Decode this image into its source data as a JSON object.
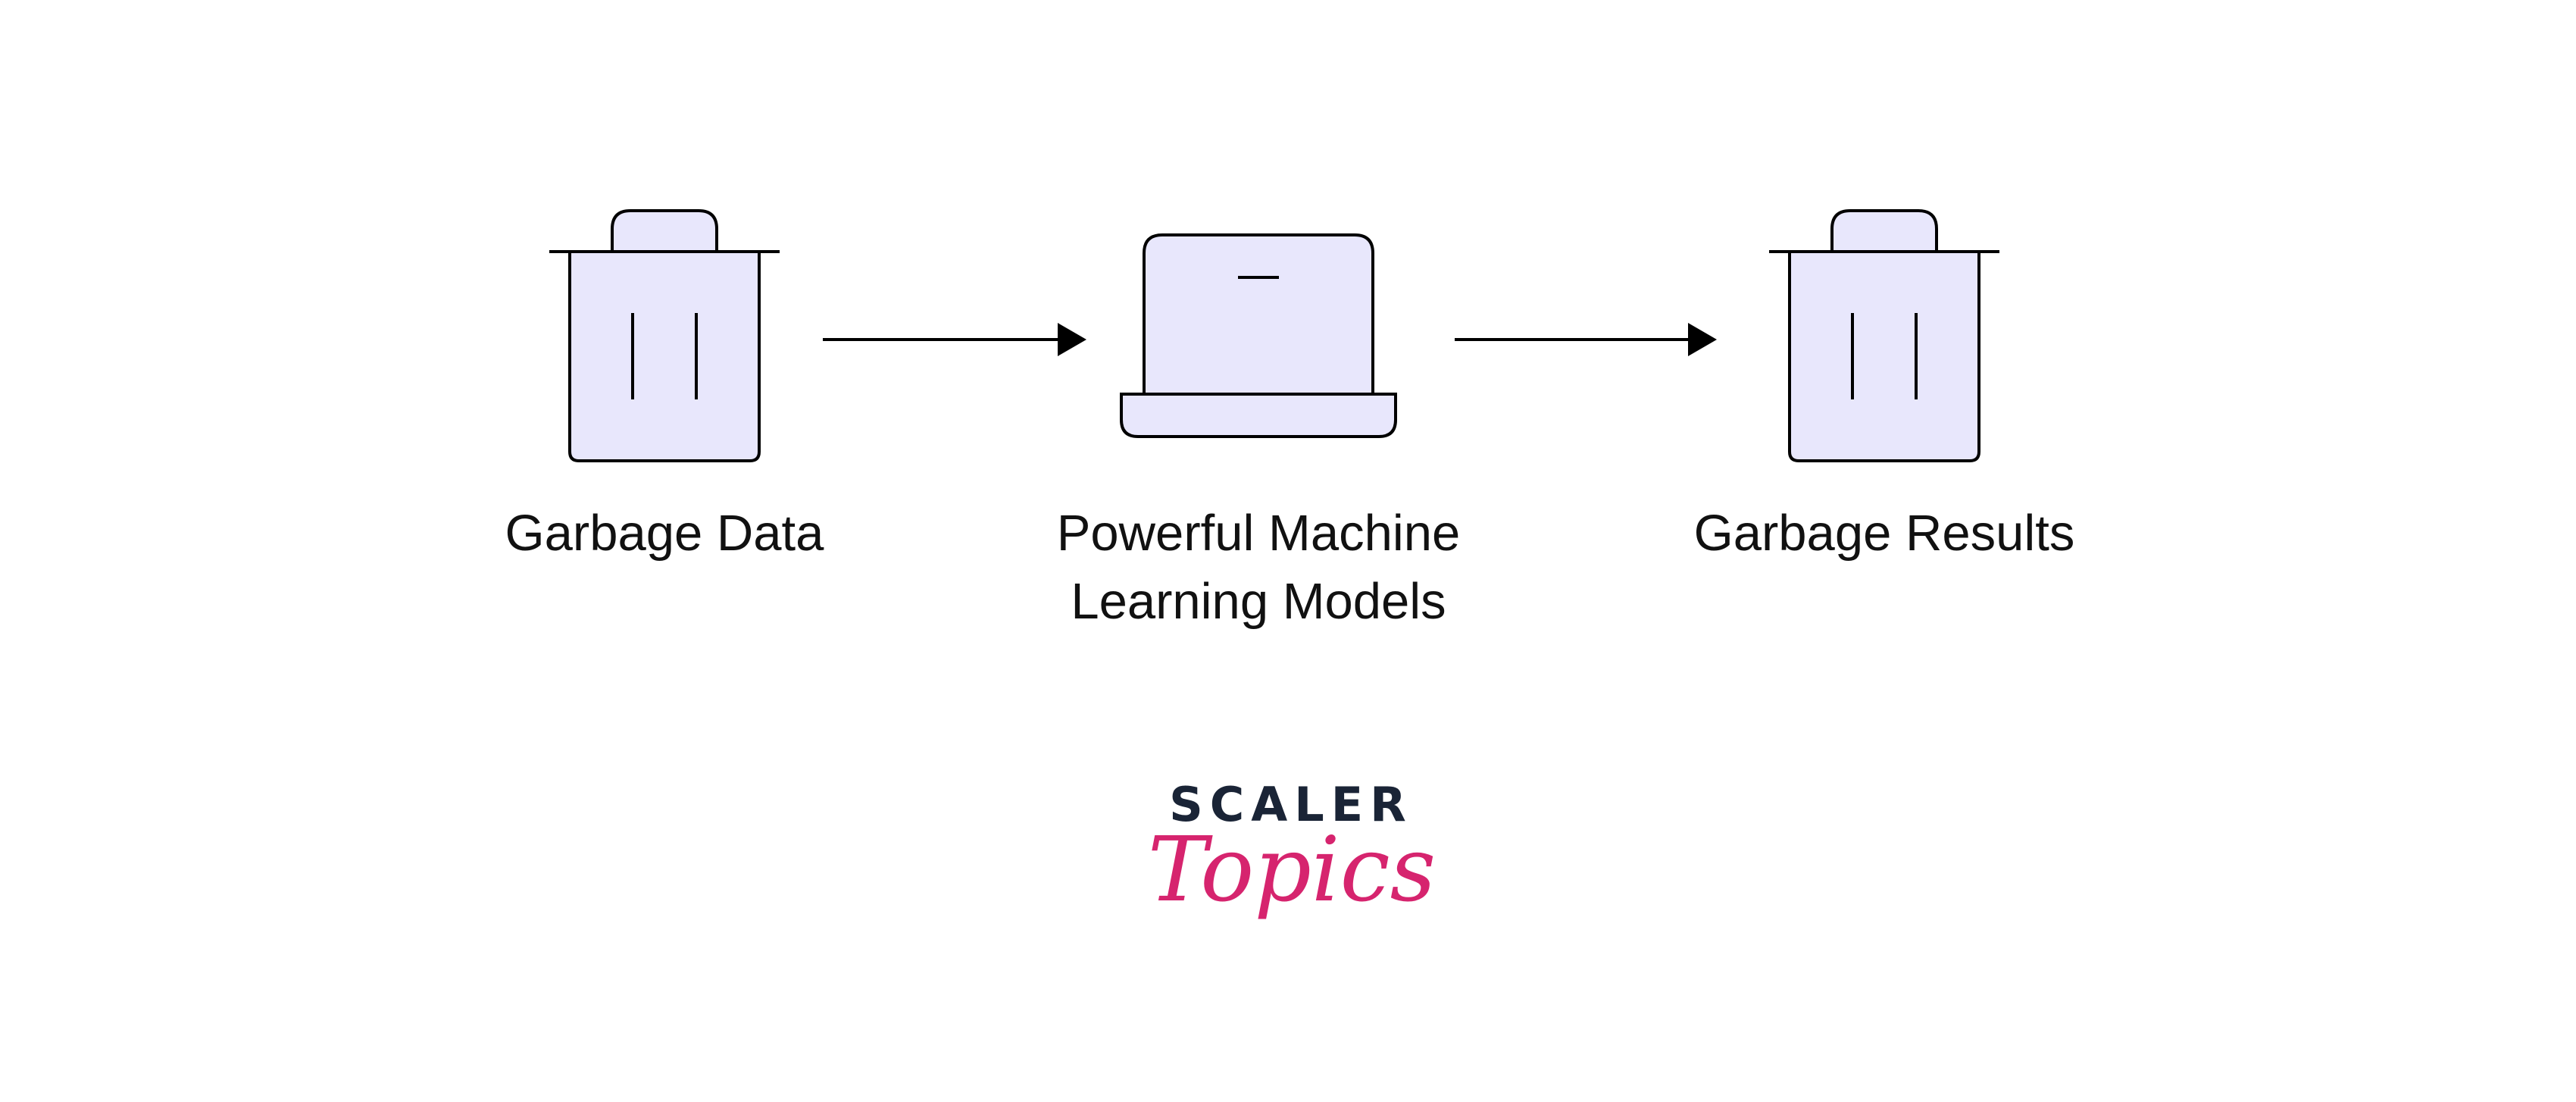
{
  "flow": {
    "input": {
      "label": "Garbage Data",
      "icon": "trash-bin-icon"
    },
    "process": {
      "label_line1": "Powerful Machine",
      "label_line2": "Learning Models",
      "icon": "laptop-icon"
    },
    "output": {
      "label": "Garbage Results",
      "icon": "trash-bin-icon"
    }
  },
  "logo": {
    "wordmark": "SCALER",
    "script": "Topics",
    "wordmark_color": "#1a2436",
    "script_color": "#d6246e"
  },
  "colors": {
    "icon_fill": "#e8e7fc",
    "stroke": "#000000",
    "text": "#111111"
  }
}
